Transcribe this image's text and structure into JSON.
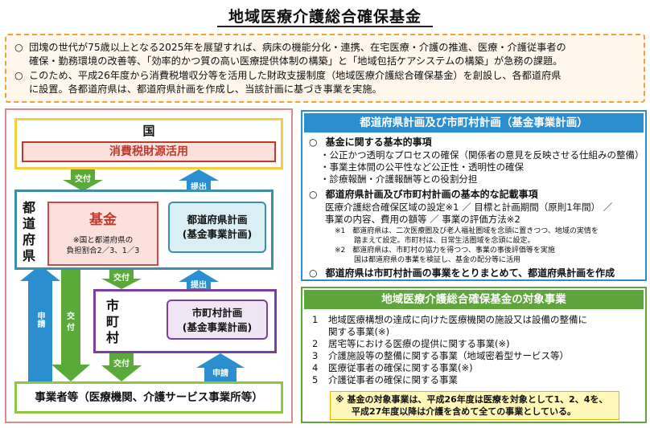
{
  "title": "地域医療介護総合確保基金",
  "intro": {
    "bullet": "○",
    "line1a": "団塊の世代が75歳以上となる2025年を展望すれば、病床の機能分化・連携、在宅医療・介護の推進、医療・介護従事者の",
    "line1b": "確保・勤務環境の改善等、「効率的かつ質の高い医療提供体制の構築」と「地域包括ケアシステムの構築」が急務の課題。",
    "line2a": "このため、平成26年度から消費税増収分等を活用した財政支援制度（地域医療介護総合確保基金）を創設し、各都道府県",
    "line2b": "に設置。各都道府県は、都道府県計画を作成し、当該計画に基づき事業を実施。"
  },
  "diagram": {
    "country": "国",
    "tax": "消費税財源活用",
    "prefecture": [
      "都",
      "道",
      "府",
      "県"
    ],
    "fund_title": "基金",
    "fund_note_1": "※国と都道府県の",
    "fund_note_2": "負担割合2／3、1／3",
    "pref_plan_1": "都道府県計画",
    "pref_plan_2": "(基金事業計画)",
    "municipality": [
      "市",
      "町",
      "村"
    ],
    "muni_plan_1": "市町村計画",
    "muni_plan_2": "(基金事業計画)",
    "operators": "事業者等（医療機関、介護サービス事業所等）",
    "arrow_grant": "交付",
    "arrow_submit": "提出",
    "arrow_apply": "申請",
    "arrow_grant_v1": "交",
    "arrow_grant_v2": "付"
  },
  "plan_panel": {
    "header": "都道府県計画及び市町村計画（基金事業計画）",
    "bullet": "○",
    "h1": "基金に関する基本的事項",
    "h1_items": [
      "・公正かつ透明なプロセスの確保（関係者の意見を反映させる仕組みの整備）",
      "・事業主体間の公平性など公正性・透明性の確保",
      "・診療報酬・介護報酬等との役割分担"
    ],
    "h2": "都道府県計画及び市町村計画の基本的な記載事項",
    "h2_line1": "医療介護総合確保区域の設定※1 ／ 目標と計画期間（原則1年間） ／",
    "h2_line2": "事業の内容、費用の額等 ／ 事業の評価方法※2",
    "note1a": "※1　都道府県は、二次医療圏及び老人福祉圏域を念頭に置きつつ、地域の実情を",
    "note1b": "踏まえて設定。市町村は、日常生活圏域を念頭に設定。",
    "note2a": "※2　都道府県は、市町村の協力を得つつ、事業の事後評価等を実施",
    "note2b": "国は都道府県の事業を検証し、基金の配分等に活用",
    "h3": "都道府県は市町村計画の事業をとりまとめて、都道府県計画を作成"
  },
  "target_panel": {
    "header": "地域医療介護総合確保基金の対象事業",
    "items": [
      {
        "num": "1",
        "text": "地域医療構想の達成に向けた医療機関の施設又は設備の整備に"
      },
      {
        "num": "",
        "text": "関する事業(※)"
      },
      {
        "num": "2",
        "text": "居宅等における医療の提供に関する事業(※)"
      },
      {
        "num": "3",
        "text": "介護施設等の整備に関する事業（地域密着型サービス等）"
      },
      {
        "num": "4",
        "text": "医療従事者の確保に関する事業(※)"
      },
      {
        "num": "5",
        "text": "介護従事者の確保に関する事業"
      }
    ],
    "note1": "※ 基金の対象事業は、平成26年度は医療を対象として1、2、4を、",
    "note2": "平成27年度以降は介護を含めて全ての事業としている。"
  },
  "colors": {
    "green_arrow": "#5aaa3a",
    "blue_arrow": "#2b8fcf",
    "red": "#c0392b"
  }
}
